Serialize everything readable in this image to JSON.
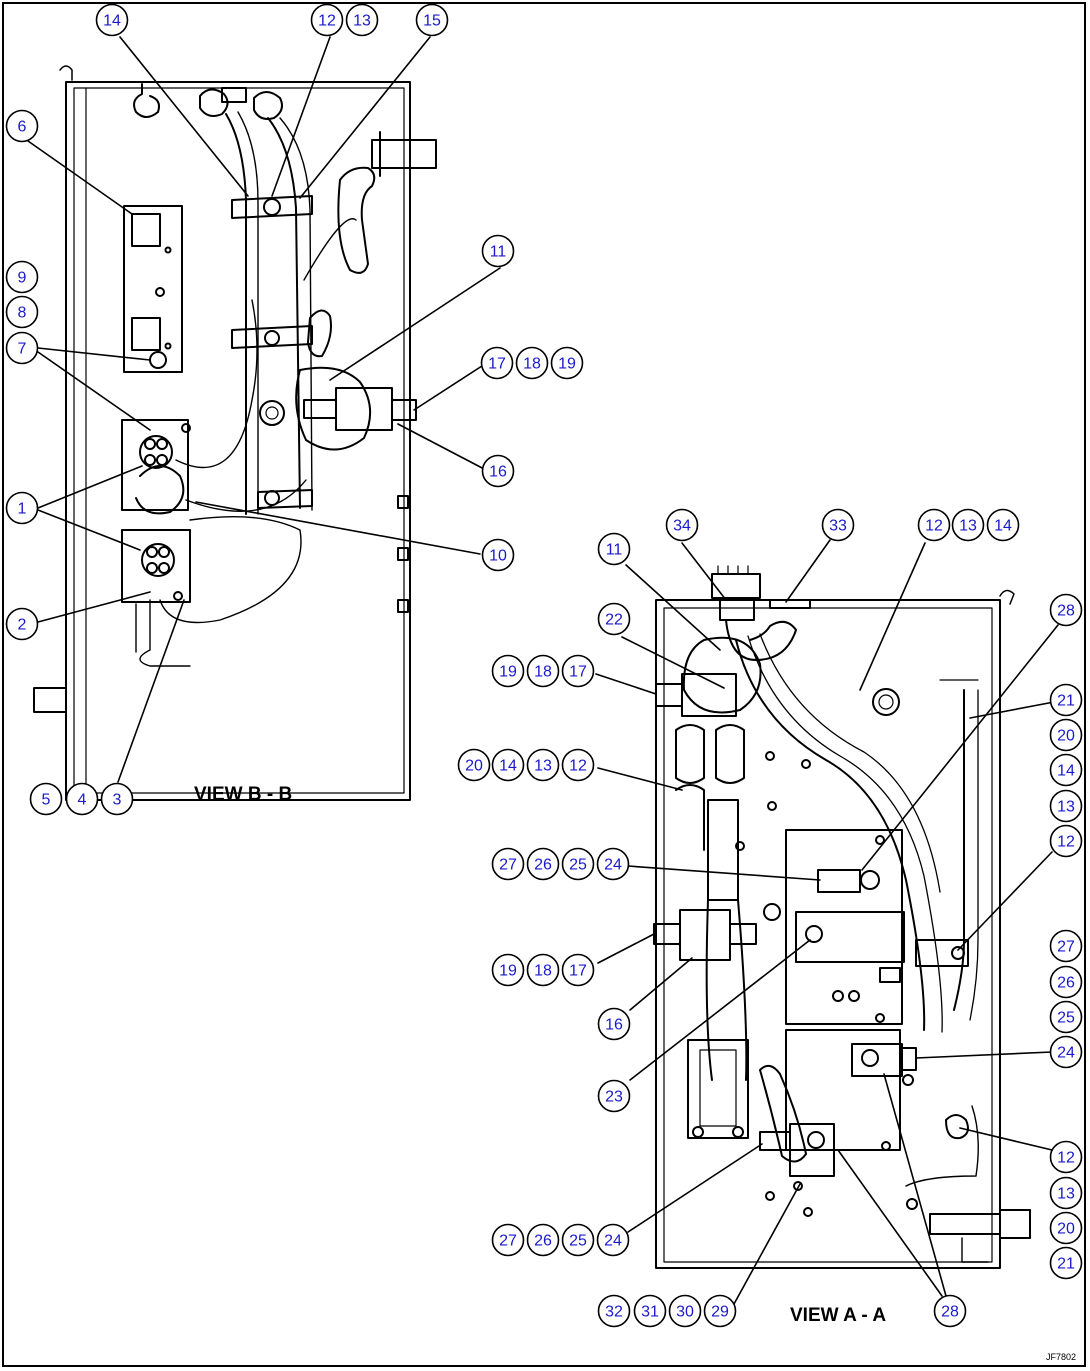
{
  "views": {
    "view_b": "VIEW B - B",
    "view_a": "VIEW A - A"
  },
  "figure_id": "JF7802",
  "callouts_b": [
    {
      "id": "b14",
      "label": "14"
    },
    {
      "id": "b12",
      "label": "12"
    },
    {
      "id": "b13",
      "label": "13"
    },
    {
      "id": "b15",
      "label": "15"
    },
    {
      "id": "b6",
      "label": "6"
    },
    {
      "id": "b11",
      "label": "11"
    },
    {
      "id": "b9",
      "label": "9"
    },
    {
      "id": "b8",
      "label": "8"
    },
    {
      "id": "b7",
      "label": "7"
    },
    {
      "id": "b17",
      "label": "17"
    },
    {
      "id": "b18",
      "label": "18"
    },
    {
      "id": "b19",
      "label": "19"
    },
    {
      "id": "b16",
      "label": "16"
    },
    {
      "id": "b1",
      "label": "1"
    },
    {
      "id": "b10",
      "label": "10"
    },
    {
      "id": "b2",
      "label": "2"
    },
    {
      "id": "b5",
      "label": "5"
    },
    {
      "id": "b4",
      "label": "4"
    },
    {
      "id": "b3",
      "label": "3"
    }
  ],
  "callouts_a": [
    {
      "id": "a34",
      "label": "34"
    },
    {
      "id": "a33",
      "label": "33"
    },
    {
      "id": "a12t",
      "label": "12"
    },
    {
      "id": "a13t",
      "label": "13"
    },
    {
      "id": "a14t",
      "label": "14"
    },
    {
      "id": "a11",
      "label": "11"
    },
    {
      "id": "a28t",
      "label": "28"
    },
    {
      "id": "a22",
      "label": "22"
    },
    {
      "id": "a19a",
      "label": "19"
    },
    {
      "id": "a18a",
      "label": "18"
    },
    {
      "id": "a17a",
      "label": "17"
    },
    {
      "id": "a21t",
      "label": "21"
    },
    {
      "id": "a20t",
      "label": "20"
    },
    {
      "id": "a20l",
      "label": "20"
    },
    {
      "id": "a14l",
      "label": "14"
    },
    {
      "id": "a13l",
      "label": "13"
    },
    {
      "id": "a12l",
      "label": "12"
    },
    {
      "id": "a14r",
      "label": "14"
    },
    {
      "id": "a13r",
      "label": "13"
    },
    {
      "id": "a12r",
      "label": "12"
    },
    {
      "id": "a27a",
      "label": "27"
    },
    {
      "id": "a26a",
      "label": "26"
    },
    {
      "id": "a25a",
      "label": "25"
    },
    {
      "id": "a24a",
      "label": "24"
    },
    {
      "id": "a19b",
      "label": "19"
    },
    {
      "id": "a18b",
      "label": "18"
    },
    {
      "id": "a17b",
      "label": "17"
    },
    {
      "id": "a27r",
      "label": "27"
    },
    {
      "id": "a26r",
      "label": "26"
    },
    {
      "id": "a25r",
      "label": "25"
    },
    {
      "id": "a16",
      "label": "16"
    },
    {
      "id": "a24r",
      "label": "24"
    },
    {
      "id": "a23",
      "label": "23"
    },
    {
      "id": "a12b",
      "label": "12"
    },
    {
      "id": "a13b",
      "label": "13"
    },
    {
      "id": "a20b",
      "label": "20"
    },
    {
      "id": "a21b",
      "label": "21"
    },
    {
      "id": "a27b",
      "label": "27"
    },
    {
      "id": "a26b",
      "label": "26"
    },
    {
      "id": "a25b",
      "label": "25"
    },
    {
      "id": "a24b",
      "label": "24"
    },
    {
      "id": "a32",
      "label": "32"
    },
    {
      "id": "a31",
      "label": "31"
    },
    {
      "id": "a30",
      "label": "30"
    },
    {
      "id": "a29",
      "label": "29"
    },
    {
      "id": "a28b",
      "label": "28"
    }
  ]
}
